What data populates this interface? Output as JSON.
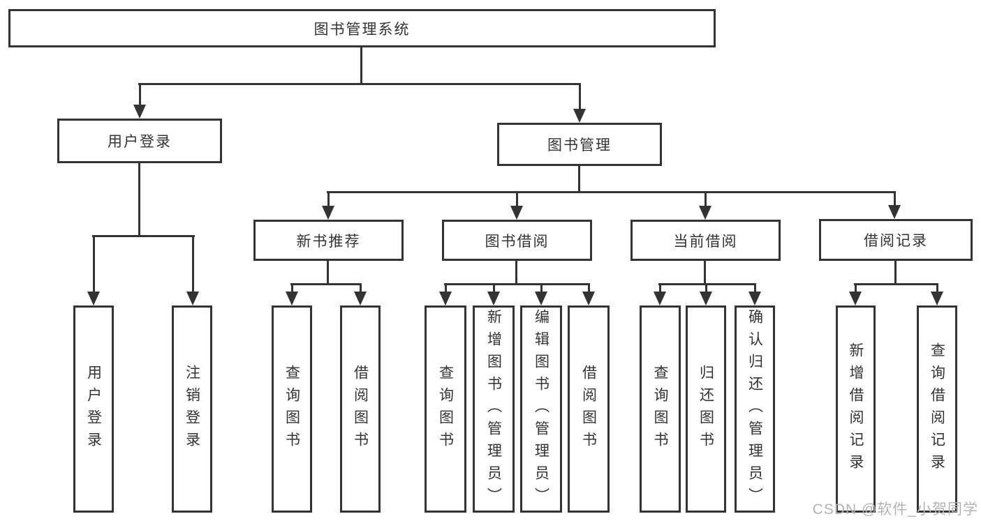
{
  "diagram": {
    "title": "图书管理系统",
    "root": {
      "label": "图书管理系统"
    },
    "level2": {
      "user_login": {
        "label": "用户登录"
      },
      "book_mgmt": {
        "label": "图书管理"
      }
    },
    "level3": {
      "new_books": {
        "label": "新书推荐"
      },
      "borrow": {
        "label": "图书借阅"
      },
      "current": {
        "label": "当前借阅"
      },
      "records": {
        "label": "借阅记录"
      }
    },
    "leaves": {
      "user_login": [
        "用户登录",
        "注销登录"
      ],
      "new_books": [
        "查询图书",
        "借阅图书"
      ],
      "borrow": [
        "查询图书",
        "新增图书（管理员）",
        "编辑图书（管理员）",
        "借阅图书"
      ],
      "current": [
        "查询图书",
        "归还图书",
        "确认归还（管理员）"
      ],
      "records": [
        "新增借阅记录",
        "查询借阅记录"
      ]
    }
  },
  "watermark": {
    "text": "CSDN @软件_小贺同学"
  },
  "colors": {
    "line": "#333333",
    "text": "#333333",
    "box_background": "#ffffff",
    "page_background": "#ffffff",
    "watermark": "#b3b3b3"
  }
}
